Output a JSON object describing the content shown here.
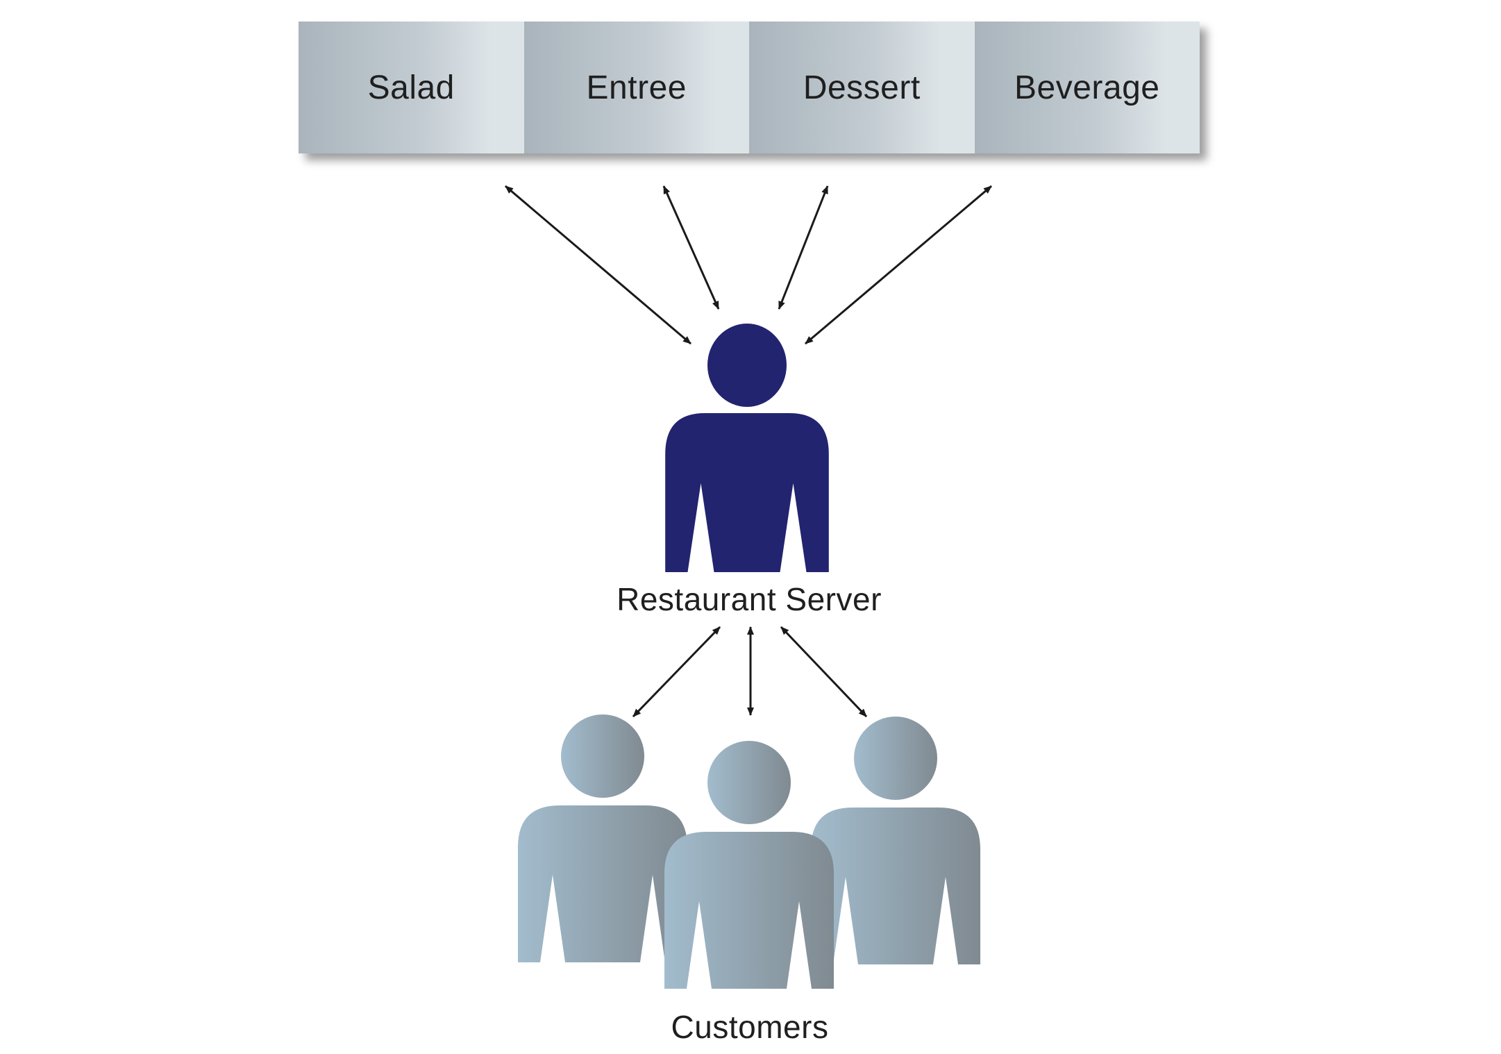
{
  "menu": {
    "items": [
      {
        "label": "Salad"
      },
      {
        "label": "Entree"
      },
      {
        "label": "Dessert"
      },
      {
        "label": "Beverage"
      }
    ]
  },
  "server": {
    "label": "Restaurant Server",
    "color": "#22246f"
  },
  "customers": {
    "label": "Customers",
    "gradient_start": "#a2bccd",
    "gradient_end": "#808a91",
    "count": 3
  },
  "arrow_color": "#1a1a1a"
}
